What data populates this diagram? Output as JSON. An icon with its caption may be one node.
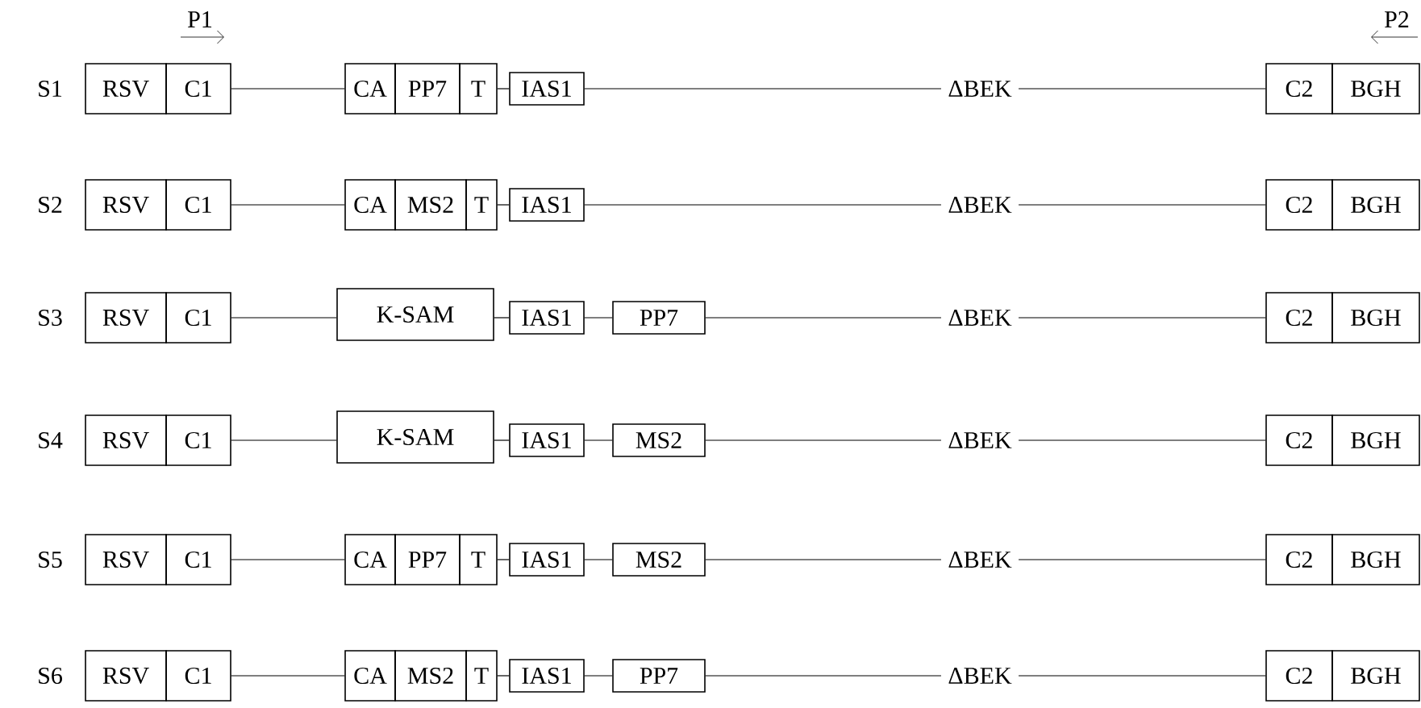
{
  "diagram": {
    "nodes": [
      {
        "text": [
          "RSV"
        ]
      },
      {
        "text": [
          "C1"
        ]
      },
      {
        "text": [
          "CA"
        ]
      },
      {
        "text": [
          "PP7"
        ]
      },
      {
        "text": [
          "T"
        ]
      },
      {
        "text": [
          "IAS1"
        ]
      },
      {
        "text": [
          "ΔBEK"
        ]
      },
      {
        "text": [
          "C2"
        ]
      },
      {
        "text": [
          "BGH"
        ]
      },
      {
        "text": [
          "RSV"
        ]
      },
      {
        "text": [
          "C1"
        ]
      },
      {
        "text": [
          "CA"
        ]
      },
      {
        "text": [
          "MS2"
        ]
      },
      {
        "text": [
          "T"
        ]
      },
      {
        "text": [
          "IAS1"
        ]
      },
      {
        "text": [
          "ΔBEK"
        ]
      },
      {
        "text": [
          "C2"
        ]
      },
      {
        "text": [
          "BGH"
        ]
      },
      {
        "text": [
          "RSV"
        ]
      },
      {
        "text": [
          "C1"
        ]
      },
      {
        "text": [
          "K-SAM"
        ]
      },
      {
        "text": [
          "IAS1"
        ]
      },
      {
        "text": [
          "PP7"
        ]
      },
      {
        "text": [
          "ΔBEK"
        ]
      },
      {
        "text": [
          "C2"
        ]
      },
      {
        "text": [
          "BGH"
        ]
      },
      {
        "text": [
          "RSV"
        ]
      },
      {
        "text": [
          "C1"
        ]
      },
      {
        "text": [
          "K-SAM"
        ]
      },
      {
        "text": [
          "IAS1"
        ]
      },
      {
        "text": [
          "MS2"
        ]
      },
      {
        "text": [
          "ΔBEK"
        ]
      },
      {
        "text": [
          "C2"
        ]
      },
      {
        "text": [
          "BGH"
        ]
      },
      {
        "text": [
          "RSV"
        ]
      },
      {
        "text": [
          "C1"
        ]
      },
      {
        "text": [
          "CA"
        ]
      },
      {
        "text": [
          "PP7"
        ]
      },
      {
        "text": [
          "T"
        ]
      },
      {
        "text": [
          "IAS1"
        ]
      },
      {
        "text": [
          "MS2"
        ]
      },
      {
        "text": [
          "ΔBEK"
        ]
      },
      {
        "text": [
          "C2"
        ]
      },
      {
        "text": [
          "BGH"
        ]
      },
      {
        "text": [
          "RSV"
        ]
      },
      {
        "text": [
          "C1"
        ]
      },
      {
        "text": [
          "CA"
        ]
      },
      {
        "text": [
          "MS2"
        ]
      },
      {
        "text": [
          "T"
        ]
      },
      {
        "text": [
          "IAS1"
        ]
      },
      {
        "text": [
          "PP7"
        ]
      },
      {
        "text": [
          "ΔBEK"
        ]
      },
      {
        "text": [
          "C2"
        ]
      },
      {
        "text": [
          "BGH"
        ]
      }
    ],
    "edges": [
      {
        "from": 1,
        "to": 2,
        "arrow": "none"
      },
      {
        "from": 4,
        "to": 5,
        "arrow": "none"
      },
      {
        "from": 5,
        "to": 6,
        "arrow": "none"
      },
      {
        "from": 6,
        "to": 7,
        "arrow": "none"
      },
      {
        "from": 10,
        "to": 11,
        "arrow": "none"
      },
      {
        "from": 13,
        "to": 14,
        "arrow": "none"
      },
      {
        "from": 14,
        "to": 15,
        "arrow": "none"
      },
      {
        "from": 15,
        "to": 16,
        "arrow": "none"
      },
      {
        "from": 19,
        "to": 20,
        "arrow": "none"
      },
      {
        "from": 20,
        "to": 21,
        "arrow": "none"
      },
      {
        "from": 21,
        "to": 22,
        "arrow": "none"
      },
      {
        "from": 22,
        "to": 23,
        "arrow": "none"
      },
      {
        "from": 23,
        "to": 24,
        "arrow": "none"
      },
      {
        "from": 27,
        "to": 28,
        "arrow": "none"
      },
      {
        "from": 28,
        "to": 29,
        "arrow": "none"
      },
      {
        "from": 29,
        "to": 30,
        "arrow": "none"
      },
      {
        "from": 30,
        "to": 31,
        "arrow": "none"
      },
      {
        "from": 31,
        "to": 32,
        "arrow": "none"
      },
      {
        "from": 35,
        "to": 36,
        "arrow": "none"
      },
      {
        "from": 38,
        "to": 39,
        "arrow": "none"
      },
      {
        "from": 39,
        "to": 40,
        "arrow": "none"
      },
      {
        "from": 40,
        "to": 41,
        "arrow": "none"
      },
      {
        "from": 41,
        "to": 42,
        "arrow": "none"
      },
      {
        "from": 45,
        "to": 46,
        "arrow": "none"
      },
      {
        "from": 48,
        "to": 49,
        "arrow": "none"
      },
      {
        "from": 49,
        "to": 50,
        "arrow": "none"
      },
      {
        "from": 50,
        "to": 51,
        "arrow": "none"
      },
      {
        "from": 51,
        "to": 52,
        "arrow": "none"
      }
    ],
    "labels": [
      "P1",
      "P2",
      "S1",
      "S2",
      "S3",
      "S4",
      "S5",
      "S6"
    ]
  }
}
